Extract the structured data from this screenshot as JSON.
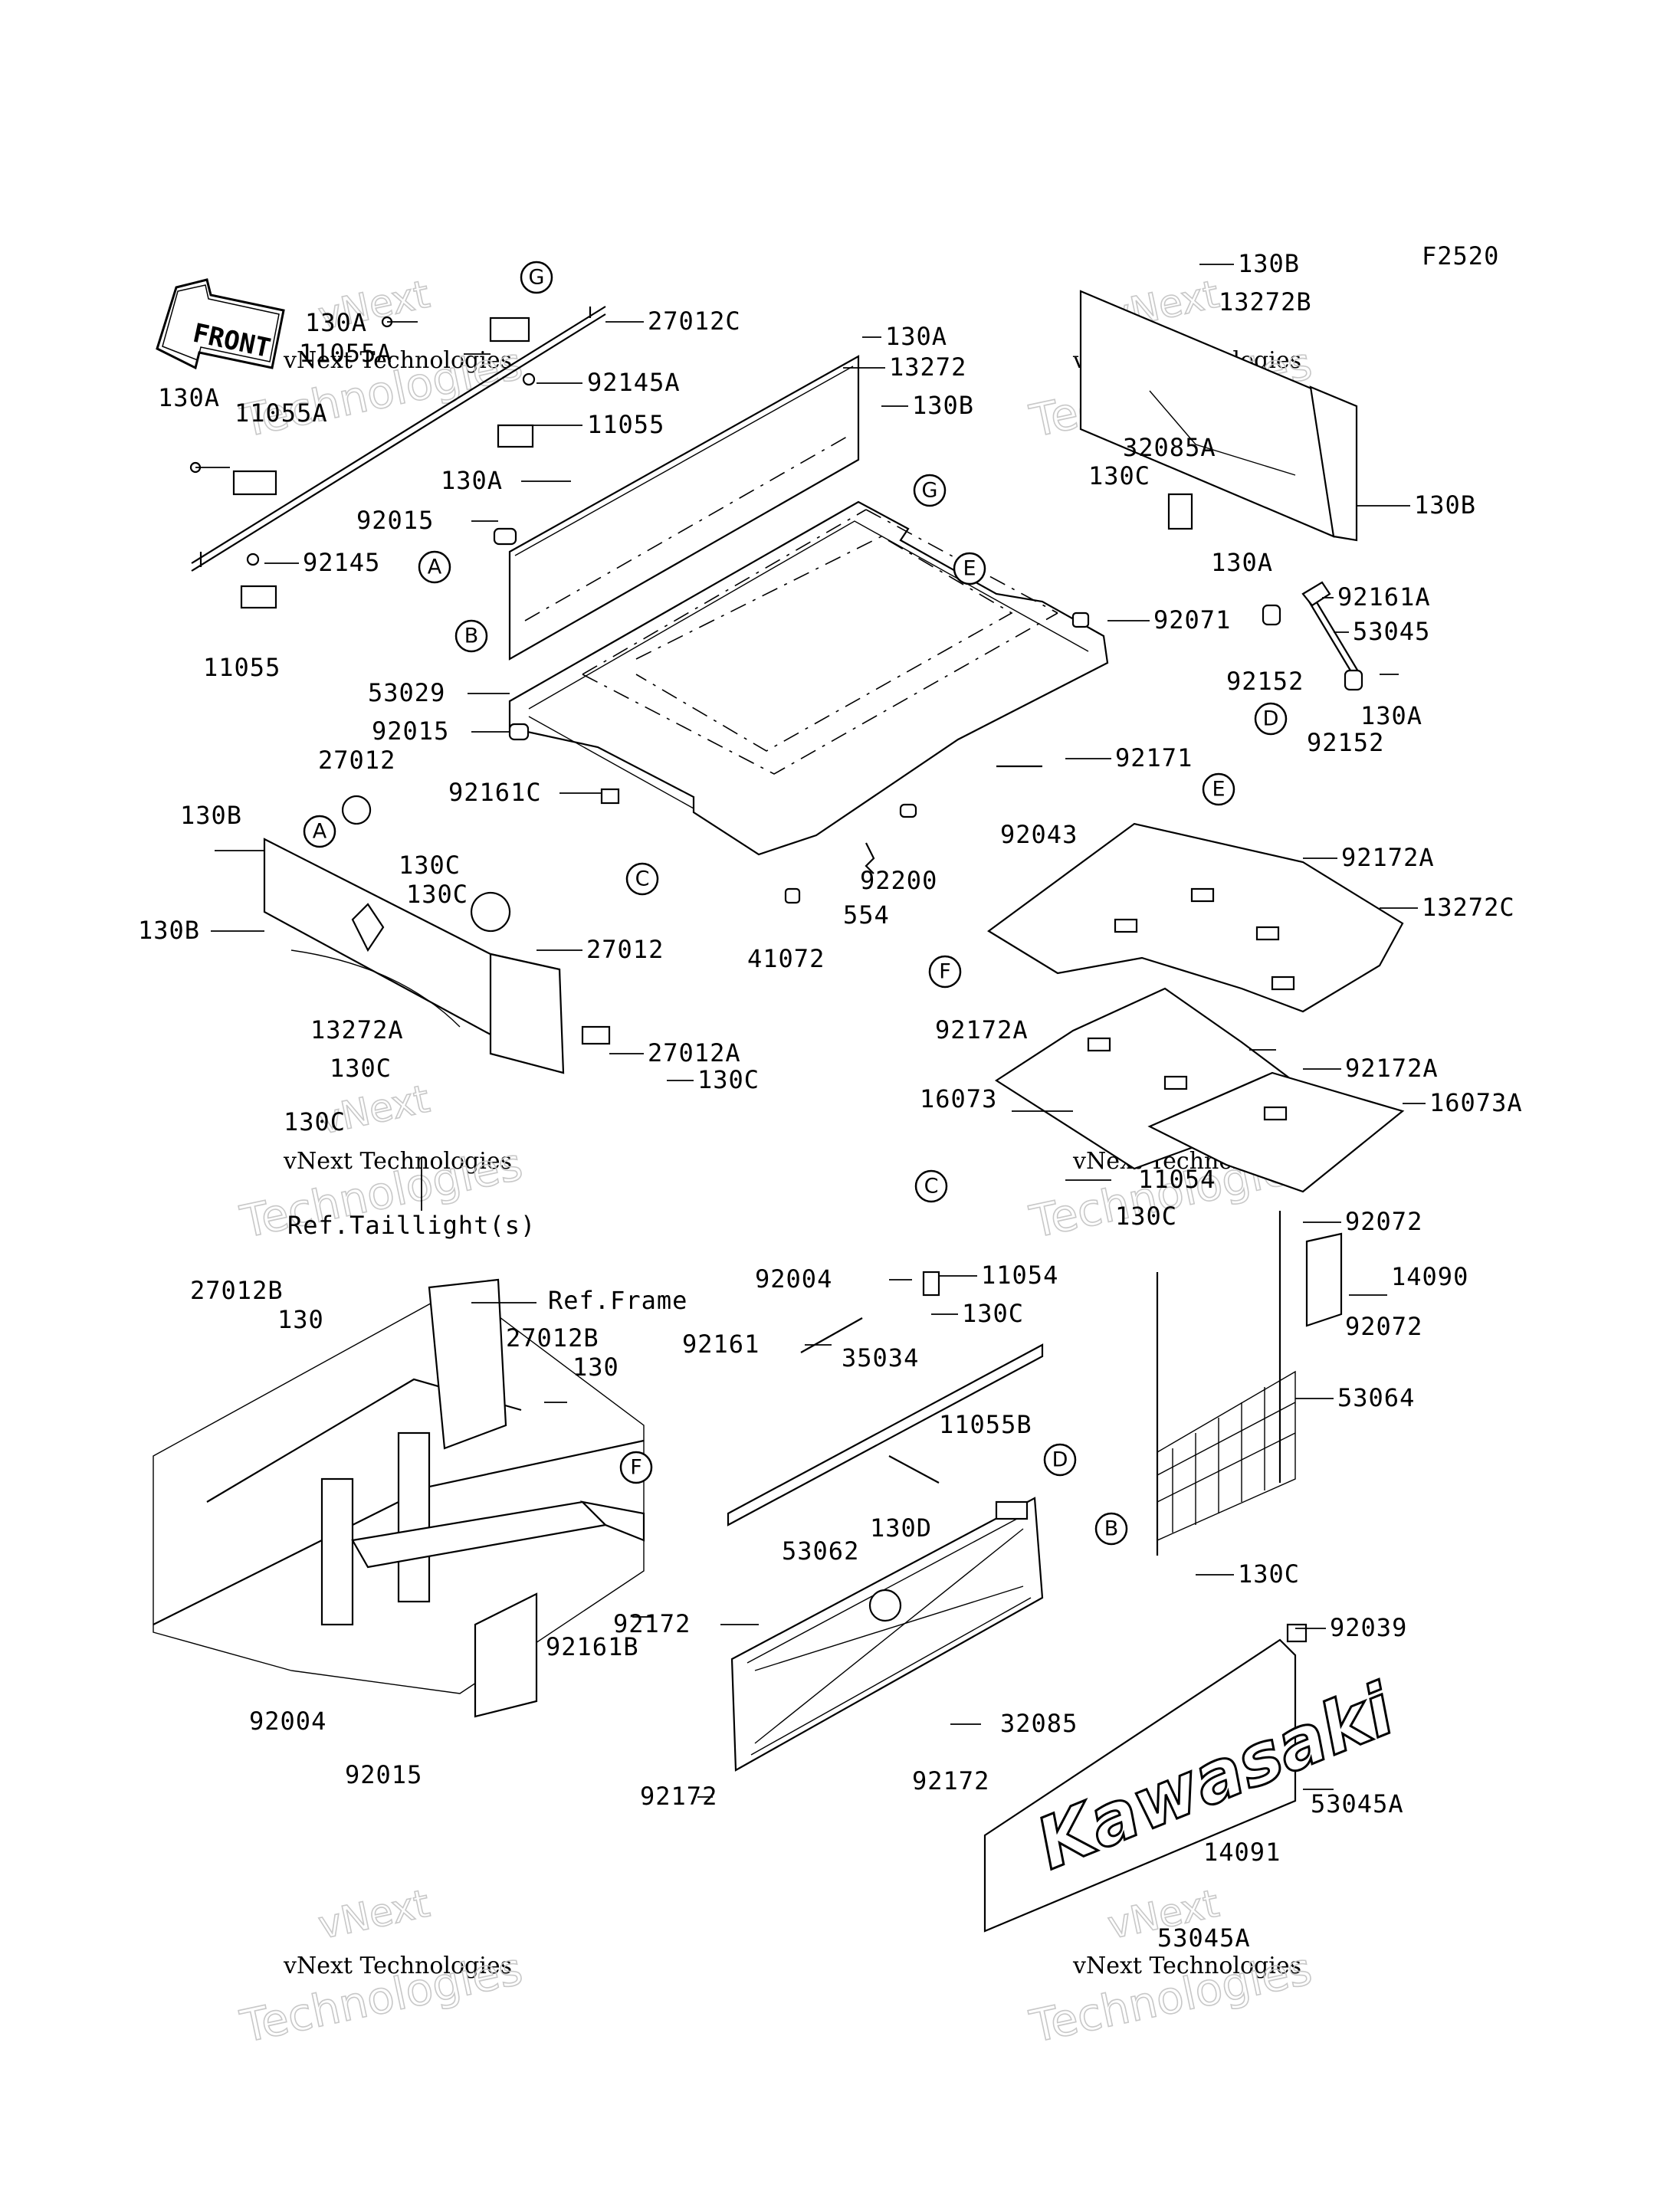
{
  "figure_code": "F2520",
  "front_arrow_label": "FRONT",
  "brand_mark": "Kawasaki",
  "callouts": [
    "A",
    "B",
    "C",
    "D",
    "E",
    "F",
    "G"
  ],
  "references": {
    "taillight": "Ref.Taillight(s)",
    "frame": "Ref.Frame"
  },
  "watermark": {
    "line0": "vNext",
    "line1": "vNext Technologies",
    "line2": "Technologies"
  },
  "labels": {
    "l_130A_1": "130A",
    "l_11055A_1": "11055A",
    "l_27012C": "27012C",
    "l_92145A": "92145A",
    "l_11055_1": "11055",
    "l_130A_2": "130A",
    "l_11055A_2": "11055A",
    "l_92145": "92145",
    "l_11055_2": "11055",
    "l_130A_3": "130A",
    "l_13272": "13272",
    "l_130B_1": "130B",
    "l_130A_4": "130A",
    "l_92015_1": "92015",
    "l_53029": "53029",
    "l_92015_2": "92015",
    "l_27012_1": "27012",
    "l_92161C": "92161C",
    "l_130B_2": "130B",
    "l_130C_1": "130C",
    "l_130C_2": "130C",
    "l_130B_3": "130B",
    "l_27012_2": "27012",
    "l_13272A": "13272A",
    "l_27012A": "27012A",
    "l_130C_3": "130C",
    "l_130C_4": "130C",
    "l_130C_5": "130C",
    "l_41072": "41072",
    "l_554": "554",
    "l_92200": "92200",
    "l_92043": "92043",
    "l_92171": "92171",
    "l_92071": "92071",
    "l_130B_4": "130B",
    "l_13272B": "13272B",
    "l_32085A": "32085A",
    "l_130C_6": "130C",
    "l_130B_5": "130B",
    "l_130A_5": "130A",
    "l_92161A": "92161A",
    "l_53045": "53045",
    "l_92152_1": "92152",
    "l_130A_6": "130A",
    "l_92152_2": "92152",
    "l_92172A_1": "92172A",
    "l_13272C": "13272C",
    "l_92172A_2": "92172A",
    "l_92172A_3": "92172A",
    "l_16073": "16073",
    "l_16073A": "16073A",
    "l_11054_1": "11054",
    "l_130C_7": "130C",
    "l_11054_2": "11054",
    "l_92004_1": "92004",
    "l_130C_8": "130C",
    "l_92161": "92161",
    "l_35034": "35034",
    "l_92072_1": "92072",
    "l_14090": "14090",
    "l_92072_2": "92072",
    "l_53064": "53064",
    "l_11055B": "11055B",
    "l_130D": "130D",
    "l_53062": "53062",
    "l_92172_1": "92172",
    "l_130C_9": "130C",
    "l_92039": "92039",
    "l_32085": "32085",
    "l_92172_2": "92172",
    "l_92172_3": "92172",
    "l_53045A_1": "53045A",
    "l_14091": "14091",
    "l_53045A_2": "53045A",
    "l_27012B_1": "27012B",
    "l_130_1": "130",
    "l_27012B_2": "27012B",
    "l_130_2": "130",
    "l_92161B": "92161B",
    "l_92004_2": "92004",
    "l_92015_3": "92015"
  }
}
